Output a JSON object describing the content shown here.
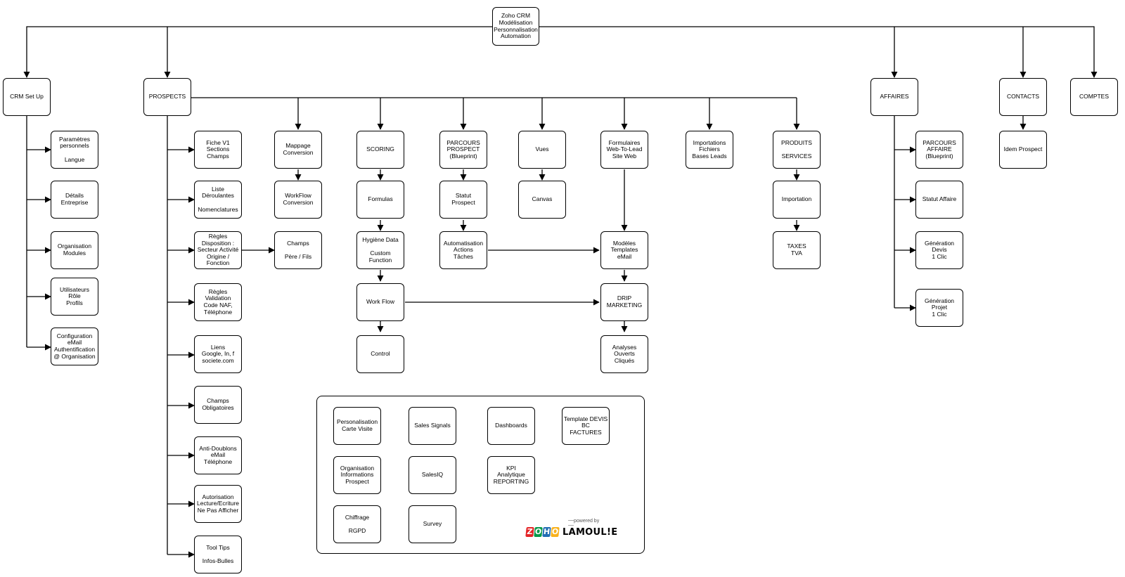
{
  "nodes": {
    "root": "Zoho CRM\nModélisation\nPersonnalisation\nAutomation",
    "crm_setup": "CRM Set Up",
    "prospects": "PROSPECTS",
    "affaires": "AFFAIRES",
    "contacts": "CONTACTS",
    "comptes": "COMPTES",
    "setup_params": "Paramètres\npersonnels\n\nLangue",
    "setup_details": "Détails\nEntreprise",
    "setup_org": "Organisation\nModules",
    "setup_users": "Utilisateurs\nRôle\nProfils",
    "setup_config": "Configuration\neMail\nAuthentification\n@ Organisation",
    "p_fiche": "Fiche V1\nSections\nChamps",
    "p_liste": "Liste\nDéroulantes\n\nNomenclatures",
    "p_regles_disp": "Règles\nDisposition :\nSecteur Activité\nOrigine /\nFonction",
    "p_regles_val": "Règles\nValidation\nCode NAF,\nTéléphone",
    "p_liens": "Liens\nGoogle, In, f\nsociete.com",
    "p_champs_oblig": "Champs\nObligatoires",
    "p_anti": "Anti-Doublons\neMail\nTéléphone",
    "p_auto": "Autorisation\nLecture/Ecriture\nNe Pas Afficher",
    "p_tooltips": "Tool Tips\n\nInfos-Bulles",
    "mappage": "Mappage\nConversion",
    "workflow_conv": "WorkFlow\nConversion",
    "champs_pf": "Champs\n\nPère / Fils",
    "scoring": "SCORING",
    "formulas": "Formulas",
    "hygiene": "Hygiène Data\n\nCustom\nFunction",
    "work_flow": "Work Flow",
    "control": "Control",
    "parcours_p": "PARCOURS\nPROSPECT\n(Blueprint)",
    "statut_p": "Statut\nProspect",
    "auto_actions": "Automatisation\nActions\nTâches",
    "vues": "Vues",
    "canvas": "Canvas",
    "formulaires": "Formulaires\nWeb-To-Lead\nSite Web",
    "modeles": "Modèles\nTemplates\neMail",
    "drip": "DRIP\nMARKETING",
    "analyses": "Analyses\nOuverts\nCliqués",
    "importations": "Importations\nFichiers\nBases Leads",
    "produits": "PRODUITS\n\nSERVICES",
    "importation": "Importation",
    "taxes": "TAXES\nTVA",
    "parcours_a": "PARCOURS\nAFFAIRE\n(Blueprint)",
    "statut_a": "Statut Affaire",
    "gen_devis": "Génération\nDevis\n1 Clic",
    "gen_projet": "Génération\nProjet\n1 Clic",
    "idem_prospect": "Idem Prospect",
    "b_perso": "Personalisation\nCarte Visite",
    "b_sales_signals": "Sales Signals",
    "b_dashboards": "Dashboards",
    "b_template": "Template DEVIS\nBC\nFACTURES",
    "b_org_info": "Organisation\nInformations\nProspect",
    "b_salesiq": "SalesIQ",
    "b_kpi": "KPI\nAnalytique\nREPORTING",
    "b_chiffrage": "Chiffrage\n\nRGPD",
    "b_survey": "Survey"
  },
  "brand": {
    "powered_by": "powered by",
    "zoho_letters": [
      "Z",
      "O",
      "H",
      "O"
    ],
    "zoho_colors": [
      "#e42527",
      "#089949",
      "#226db4",
      "#f9b21d"
    ],
    "lamoulie": "LAMOUL!E"
  },
  "colors": {
    "stroke": "#000000",
    "fill": "#ffffff"
  }
}
